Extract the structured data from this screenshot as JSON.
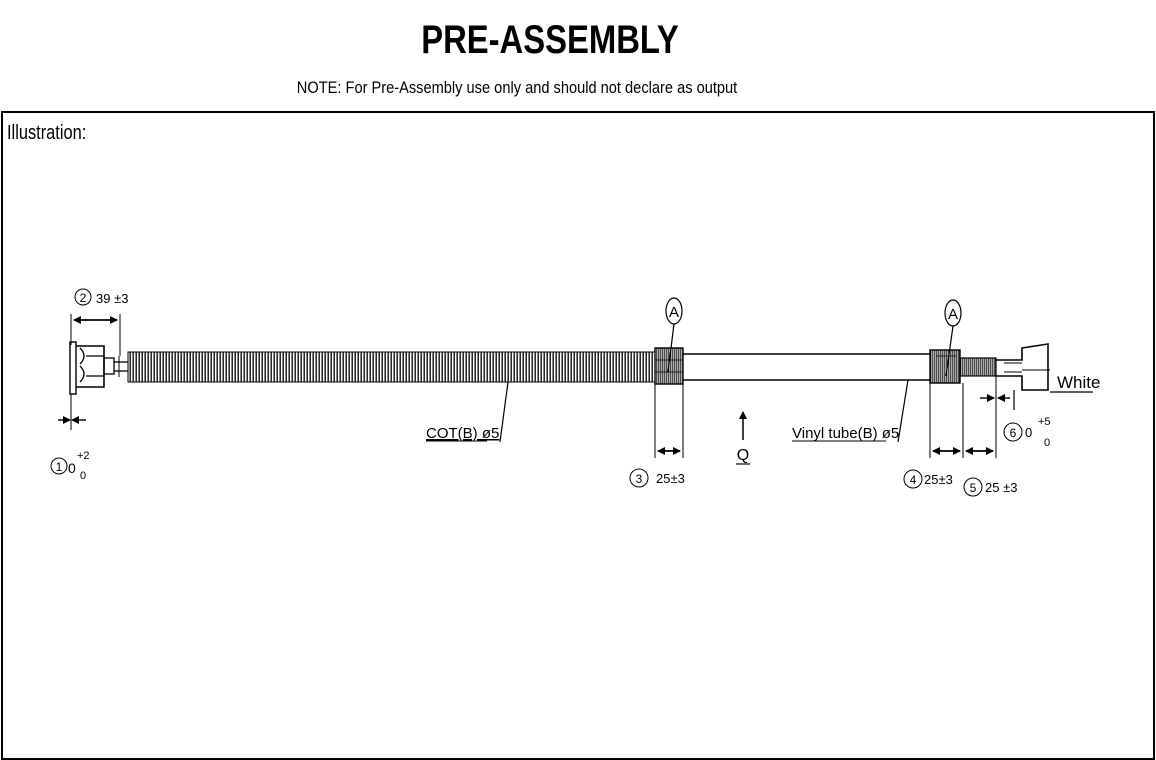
{
  "header": {
    "title": "PRE-ASSEMBLY",
    "note": "NOTE: For Pre-Assembly use only and should not declare as output"
  },
  "section": {
    "label": "Illustration:"
  },
  "drawing": {
    "section_marker": "A",
    "view_marker": "Q",
    "labels": {
      "cot": "COT(B) ø5",
      "vinyl": "Vinyl tube(B) ø5",
      "white": "White"
    },
    "dimensions": [
      {
        "number": "1",
        "value": "0",
        "tol_upper": "+2",
        "tol_lower": "0"
      },
      {
        "number": "2",
        "value": "39 ±3"
      },
      {
        "number": "3",
        "value": "25±3"
      },
      {
        "number": "4",
        "value": "25±3"
      },
      {
        "number": "5",
        "value": "25 ±3"
      },
      {
        "number": "6",
        "value": "0",
        "tol_upper": "+5",
        "tol_lower": "0"
      }
    ]
  }
}
